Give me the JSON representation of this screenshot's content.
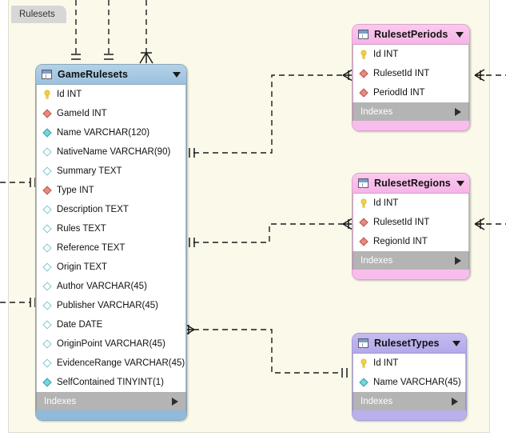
{
  "window": {
    "tab_label": "Rulesets",
    "canvas_bg": "#fbfaea"
  },
  "icons": {
    "table_icon": "table-icon",
    "collapse_caret": "chevron-down-icon",
    "expand_triangle": "chevron-right-icon",
    "pk_marker": "key-icon",
    "fk_marker": "diamond-red-icon",
    "nn_marker": "diamond-cyan-filled-icon",
    "col_marker": "diamond-cyan-hollow-icon"
  },
  "palette": {
    "header_blue": "#a8cae2",
    "header_pink": "#f8bee9",
    "header_purple": "#bcb2ee",
    "indexes_grey": "#b4b4b4",
    "canvas": "#fbfaea",
    "key_yellow": "#f2cf3d",
    "fk_red": "#e8897d",
    "col_cyan": "#6fd8e0"
  },
  "indexes_label": "Indexes",
  "tables": [
    {
      "id": "gamerulesets",
      "name": "GameRulesets",
      "columns": [
        {
          "label": "Id INT",
          "marker": "pk"
        },
        {
          "label": "GameId INT",
          "marker": "fk"
        },
        {
          "label": "Name VARCHAR(120)",
          "marker": "nn"
        },
        {
          "label": "NativeName VARCHAR(90)",
          "marker": "col"
        },
        {
          "label": "Summary TEXT",
          "marker": "col"
        },
        {
          "label": "Type INT",
          "marker": "fk"
        },
        {
          "label": "Description TEXT",
          "marker": "col"
        },
        {
          "label": "Rules TEXT",
          "marker": "col"
        },
        {
          "label": "Reference TEXT",
          "marker": "col"
        },
        {
          "label": "Origin TEXT",
          "marker": "col"
        },
        {
          "label": "Author VARCHAR(45)",
          "marker": "col"
        },
        {
          "label": "Publisher VARCHAR(45)",
          "marker": "col"
        },
        {
          "label": "Date DATE",
          "marker": "col"
        },
        {
          "label": "OriginPoint VARCHAR(45)",
          "marker": "col"
        },
        {
          "label": "EvidenceRange VARCHAR(45)",
          "marker": "col"
        },
        {
          "label": "SelfContained TINYINT(1)",
          "marker": "nn"
        }
      ]
    },
    {
      "id": "rulesetperiods",
      "name": "RulesetPeriods",
      "columns": [
        {
          "label": "Id INT",
          "marker": "pk"
        },
        {
          "label": "RulesetId INT",
          "marker": "fk"
        },
        {
          "label": "PeriodId INT",
          "marker": "fk"
        }
      ]
    },
    {
      "id": "rulesetregions",
      "name": "RulesetRegions",
      "columns": [
        {
          "label": "Id INT",
          "marker": "pk"
        },
        {
          "label": "RulesetId INT",
          "marker": "fk"
        },
        {
          "label": "RegionId INT",
          "marker": "fk"
        }
      ]
    },
    {
      "id": "rulesettypes",
      "name": "RulesetTypes",
      "columns": [
        {
          "label": "Id INT",
          "marker": "pk"
        },
        {
          "label": "Name VARCHAR(45)",
          "marker": "nn"
        }
      ]
    }
  ],
  "relationships": [
    {
      "name": "gamerulesets-to-rulesetperiods",
      "from": "GameRulesets",
      "to": "RulesetPeriods",
      "from_card": "one",
      "to_card": "many"
    },
    {
      "name": "gamerulesets-to-rulesetregions",
      "from": "GameRulesets",
      "to": "RulesetRegions",
      "from_card": "one",
      "to_card": "many"
    },
    {
      "name": "gamerulesets-to-rulesettypes",
      "from": "GameRulesets",
      "to": "RulesetTypes",
      "from_card": "many",
      "to_card": "one"
    },
    {
      "name": "offscreen-top-1",
      "from": "offscreen",
      "to": "GameRulesets",
      "from_card": "one",
      "to_card": "one"
    },
    {
      "name": "offscreen-top-2",
      "from": "offscreen",
      "to": "GameRulesets",
      "from_card": "one",
      "to_card": "one"
    },
    {
      "name": "offscreen-top-3",
      "from": "offscreen",
      "to": "GameRulesets",
      "from_card": "one",
      "to_card": "many"
    },
    {
      "name": "offscreen-left-1",
      "from": "offscreen",
      "to": "GameRulesets",
      "from_card": "one",
      "to_card": "one"
    },
    {
      "name": "offscreen-left-2",
      "from": "offscreen",
      "to": "GameRulesets",
      "from_card": "one",
      "to_card": "one"
    },
    {
      "name": "rulesetperiods-offscreen-right",
      "from": "RulesetPeriods",
      "to": "offscreen",
      "from_card": "many",
      "to_card": "one"
    },
    {
      "name": "rulesetregions-offscreen-right",
      "from": "RulesetRegions",
      "to": "offscreen",
      "from_card": "many",
      "to_card": "one"
    }
  ]
}
